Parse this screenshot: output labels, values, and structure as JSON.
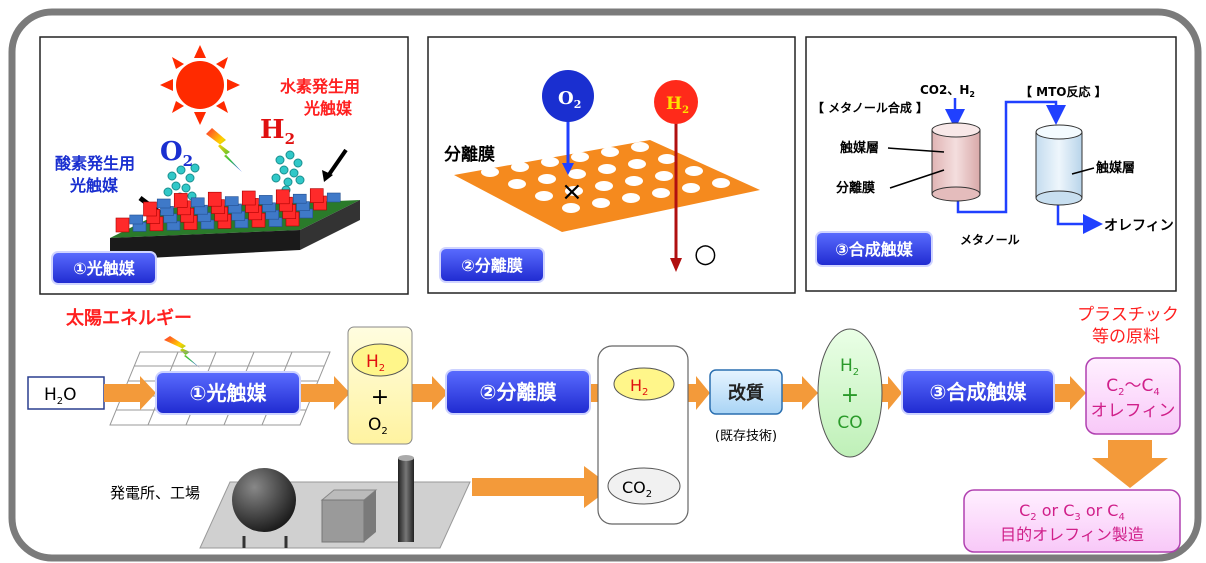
{
  "panel1": {
    "badge": "①光触媒",
    "o2": "O",
    "o2_sub": "2",
    "h2": "H",
    "h2_sub": "2",
    "oxygen_label_1": "酸素発生用",
    "oxygen_label_2": "光触媒",
    "hydrogen_label_1": "水素発生用",
    "hydrogen_label_2": "光触媒"
  },
  "panel2": {
    "badge": "②分離膜",
    "membrane_label": "分離膜",
    "o2": "O",
    "o2_sub": "2",
    "h2": "H",
    "h2_sub": "2",
    "blocked_mark": "×",
    "pass_mark": "○"
  },
  "panel3": {
    "badge": "③合成触媒",
    "inputs": "CO2、H",
    "inputs_sub": "2",
    "methanol_synthesis": "【 メタノール合成 】",
    "mto": "【 MTO反応 】",
    "catalyst_layer_left": "触媒層",
    "separation_membrane": "分離膜",
    "catalyst_layer_right": "触媒層",
    "methanol": "メタノール",
    "olefin": "オレフィン"
  },
  "flow": {
    "solar_energy": "太陽エネルギー",
    "h2o": "H",
    "h2o_sub": "2",
    "h2o_tail": "O",
    "photocatalyst": "①光触媒",
    "mix_h2": "H",
    "mix_h2_sub": "2",
    "plus": "+",
    "mix_o2": "O",
    "mix_o2_sub": "2",
    "separation": "②分離膜",
    "sep_h2": "H",
    "sep_h2_sub": "2",
    "sep_co2": "CO",
    "sep_co2_sub": "2",
    "reforming": "改質",
    "existing_tech": "(既存技術)",
    "syngas_h2": "H",
    "syngas_h2_sub": "2",
    "syngas_plus": "+",
    "syngas_co": "CO",
    "synthesis": "③合成触媒",
    "plastic_1": "プラスチック",
    "plastic_2": "等の原料",
    "olefin_range": "C",
    "olefin_range_sub1": "2",
    "olefin_range_mid": "〜C",
    "olefin_range_sub2": "4",
    "olefin_range_2": "オレフィン",
    "target_c": "C",
    "target_sub1": "2",
    "target_or1": " or C",
    "target_sub2": "3",
    "target_or2": " or C",
    "target_sub3": "4",
    "target_2": "目的オレフィン製造",
    "plant": "発電所、工場"
  },
  "colors": {
    "badge_blue": "#2f3fe8",
    "arrow_orange": "#f39a3a",
    "red_text": "#ff2020",
    "dark_red_arrow": "#b01010",
    "frame_gray": "#777777"
  }
}
